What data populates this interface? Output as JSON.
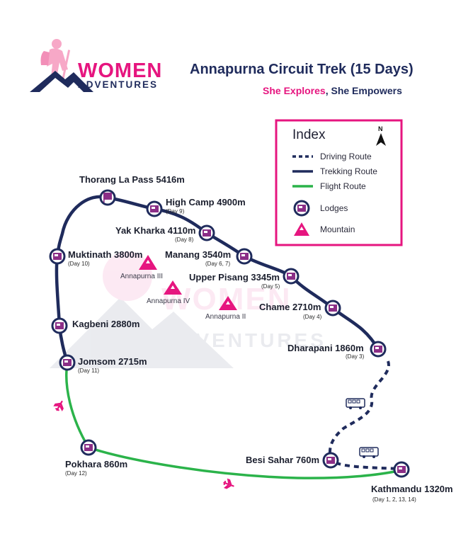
{
  "brand": {
    "name_line1": "WOMEN",
    "name_line2": "ADVENTURES",
    "watermark_line1": "WOMEN",
    "watermark_line2": "ADVENTURES"
  },
  "title": "Annapurna Circuit Trek (15 Days)",
  "tagline": {
    "part1": "She Explores",
    "separator": ", ",
    "part2": "She Empowers"
  },
  "colors": {
    "pink": "#e6157f",
    "navy": "#1f2b5c",
    "green": "#2bb34a",
    "lodge_fill": "#8b2e87"
  },
  "index": {
    "title": "Index",
    "north": "N",
    "items": [
      {
        "label": "Driving Route"
      },
      {
        "label": "Trekking Route"
      },
      {
        "label": "Flight Route"
      },
      {
        "label": "Lodges"
      },
      {
        "label": "Mountain"
      }
    ]
  },
  "places": [
    {
      "id": "thorang",
      "name": "Thorang La Pass 5416m",
      "day": ""
    },
    {
      "id": "highcamp",
      "name": "High Camp 4900m",
      "day": "(Day 9)"
    },
    {
      "id": "yakkharka",
      "name": "Yak Kharka 4110m",
      "day": "(Day 8)"
    },
    {
      "id": "manang",
      "name": "Manang 3540m",
      "day": "(Day 6, 7)"
    },
    {
      "id": "upperpisang",
      "name": "Upper Pisang 3345m",
      "day": "(Day 5)"
    },
    {
      "id": "chame",
      "name": "Chame 2710m",
      "day": "(Day 4)"
    },
    {
      "id": "dharapani",
      "name": "Dharapani 1860m",
      "day": "(Day 3)"
    },
    {
      "id": "muktinath",
      "name": "Muktinath 3800m",
      "day": "(Day 10)"
    },
    {
      "id": "kagbeni",
      "name": "Kagbeni 2880m",
      "day": ""
    },
    {
      "id": "jomsom",
      "name": "Jomsom 2715m",
      "day": "(Day 11)"
    },
    {
      "id": "pokhara",
      "name": "Pokhara 860m",
      "day": "(Day 12)"
    },
    {
      "id": "besisahar",
      "name": "Besi Sahar 760m",
      "day": ""
    },
    {
      "id": "kathmandu",
      "name": "Kathmandu 1320m",
      "day": "(Day 1, 2, 13, 14)"
    }
  ],
  "mountains": [
    {
      "name": "Annapurna III"
    },
    {
      "name": "Annapurna IV"
    },
    {
      "name": "Annapurna II"
    }
  ]
}
